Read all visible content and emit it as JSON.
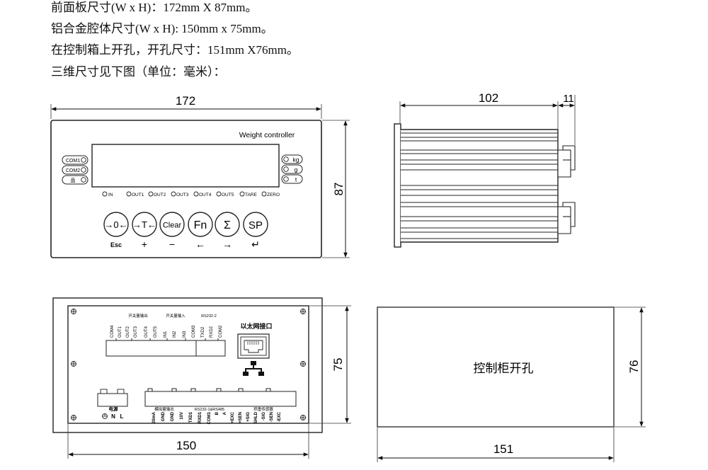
{
  "intro": {
    "line1": "前面板尺寸(W x H)：172mm X 87mm。",
    "line2": "铝合金腔体尺寸(W x H): 150mm x 75mm。",
    "line3": "在控制箱上开孔，开孔尺寸：151mm X76mm。",
    "line4": "三维尺寸见下图（单位：毫米）："
  },
  "front_panel": {
    "width_label": "172",
    "height_label": "87",
    "brand": "Weight controller",
    "com_left": [
      "COM1",
      "COM2",
      "品"
    ],
    "units": [
      "kg",
      "g",
      "t"
    ],
    "indicators": [
      "IN",
      "OUT1",
      "OUT2",
      "OUT3",
      "OUT4",
      "OUT5",
      "TARE",
      "ZERO"
    ],
    "keys": [
      "→0←",
      "→T←",
      "Clear",
      "Fn",
      "Σ",
      "SP"
    ],
    "key_sub": [
      "Esc",
      "+",
      "−",
      "←",
      "→",
      "↵"
    ]
  },
  "side_view": {
    "depth_label": "102",
    "front_label": "11"
  },
  "rear_panel": {
    "width_label": "150",
    "height_label": "75",
    "header_labels": [
      "开关量输出",
      "开关量输入",
      "RS232-2"
    ],
    "top_terminals": [
      "COM4",
      "OUT1",
      "OUT2",
      "OUT3",
      "OUT4",
      "OUT5",
      "IN1",
      "IN2",
      "IN3",
      "COM3",
      "TXD2",
      "RXD2",
      "COM2"
    ],
    "ethernet_label": "以太网接口",
    "power_label": "电源",
    "power_pins": [
      "N",
      "L"
    ],
    "footer_labels": [
      "模拟量输出",
      "RS232-1&RS485",
      "称重传感器"
    ],
    "bottom_terminals": [
      "20mA",
      "GND",
      "GND",
      "10V",
      "TXD1",
      "RXD1",
      "COM1",
      "B",
      "A",
      "+EXC",
      "+SEN",
      "+SIG",
      "SHLD",
      "-SIG",
      "-SEN",
      "-EXC"
    ]
  },
  "cutout": {
    "label": "控制柜开孔",
    "width_label": "151",
    "height_label": "76"
  }
}
